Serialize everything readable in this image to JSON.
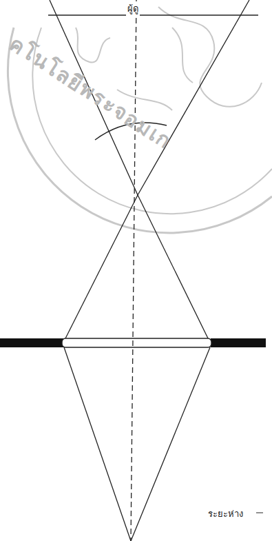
{
  "diagram": {
    "labels": [
      "ผู้ดู",
      "คโนโลยีพระจอมเก",
      "ระยะห่าง"
    ]
  }
}
